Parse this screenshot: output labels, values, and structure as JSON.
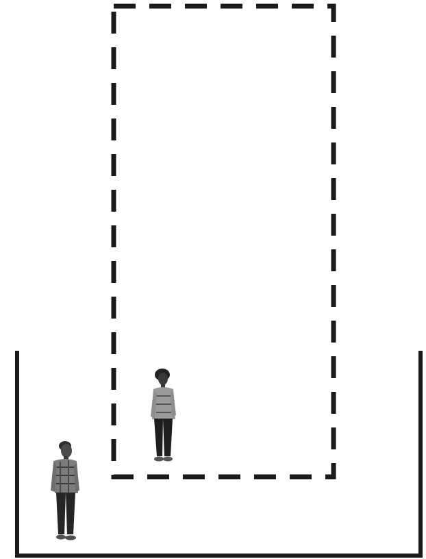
{
  "diagram": {
    "background_color": "#ffffff",
    "line_color": "#1a1a1a",
    "figure_skin": "#2a2a2a",
    "figure_shirt": "#8a8a8a",
    "figure_pants": "#1e1e1e",
    "elements": [
      {
        "id": "outer-room",
        "kind": "solid-u-enclosure",
        "description_visible_text": ""
      },
      {
        "id": "dashed-volume",
        "kind": "dashed-rectangle"
      },
      {
        "id": "person-foreground",
        "kind": "standing-figure",
        "icon": "person-plaid-shirt-icon"
      },
      {
        "id": "person-background",
        "kind": "standing-figure",
        "icon": "person-patterned-sweater-icon"
      }
    ]
  }
}
